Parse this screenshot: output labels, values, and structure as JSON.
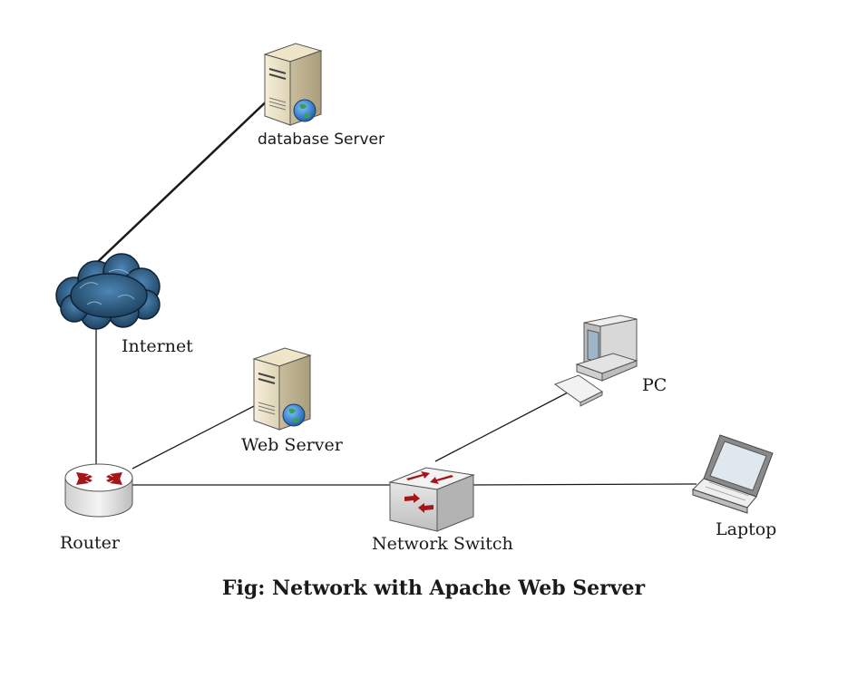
{
  "nodes": {
    "database_server": "database Server",
    "internet": "Internet",
    "web_server": "Web Server",
    "pc": "PC",
    "router": "Router",
    "network_switch": "Network Switch",
    "laptop": "Laptop"
  },
  "caption": "Fig: Network with Apache Web Server",
  "icons": {
    "database_server": "server-globe-icon",
    "internet": "cloud-icon",
    "web_server": "server-globe-icon",
    "pc": "desktop-computer-icon",
    "router": "router-icon",
    "network_switch": "switch-icon",
    "laptop": "laptop-icon"
  },
  "colors": {
    "link": "#1a1a1a",
    "router_arrows": "#a5161a",
    "cloud": "#2c5d86"
  }
}
